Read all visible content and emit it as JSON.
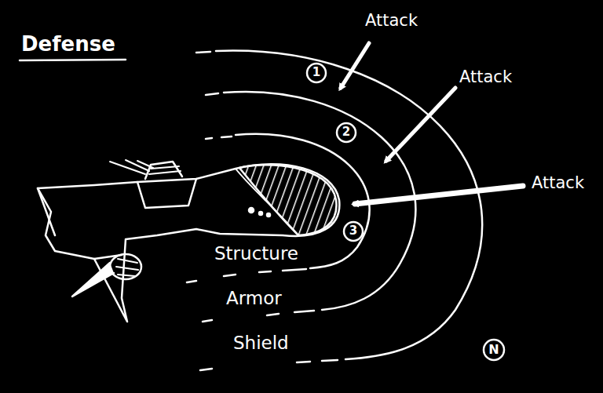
{
  "diagram": {
    "title": "Defense",
    "labels": [
      "Attack",
      "Attack",
      "Attack",
      "1",
      "2",
      "3",
      "Structure",
      "Armor",
      "Shield",
      "N"
    ]
  }
}
